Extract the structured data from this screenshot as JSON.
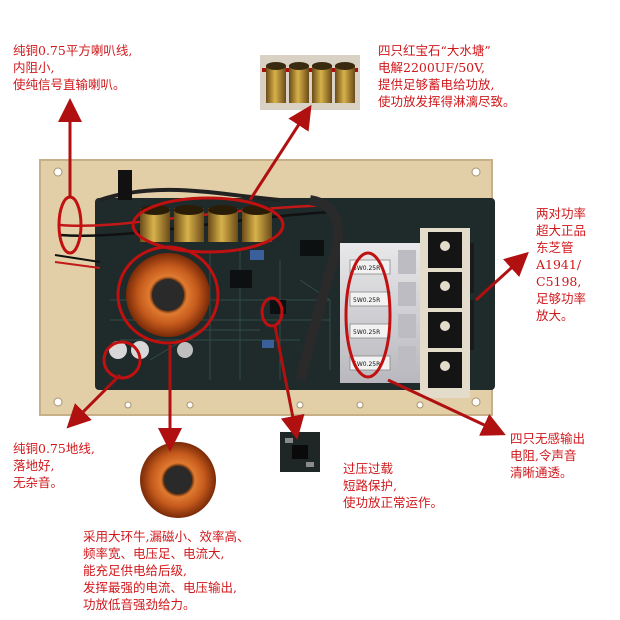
{
  "annotations": {
    "speaker_wire": [
      "纯铜0.75平方喇叭线,",
      "内阻小,",
      "使纯信号直输喇叭。"
    ],
    "capacitors": [
      "四只红宝石“大水塘”",
      "电解2200UF/50V,",
      "提供足够蓄电给功放,",
      "使功放发挥得淋漓尽致。"
    ],
    "power_transistors": [
      "两对功率",
      "超大正品",
      "东芝管",
      "A1941/",
      "C5198,",
      "足够功率",
      "放大。"
    ],
    "ground_wire": [
      "纯铜0.75地线,",
      "落地好,",
      "无杂音。"
    ],
    "output_resistors": [
      "四只无感输出",
      "电阻,令声音",
      "清晰通透。"
    ],
    "protection": [
      "过压过载",
      "短路保护,",
      "使功放正常运作。"
    ],
    "toroid": [
      "采用大环牛,漏磁小、效率高、",
      "频率宽、电压足、电流大,",
      "能充足供电给后级,",
      "发挥最强的电流、电压输出,",
      "功放低音强劲给力。"
    ]
  },
  "board_labels": {
    "resistor_value": "5W0.25R"
  },
  "colors": {
    "annotation_red": "#d0181c",
    "arrow_red": "#b01010",
    "board": "#1f2a2a",
    "backplate": "#e2cfa8"
  }
}
